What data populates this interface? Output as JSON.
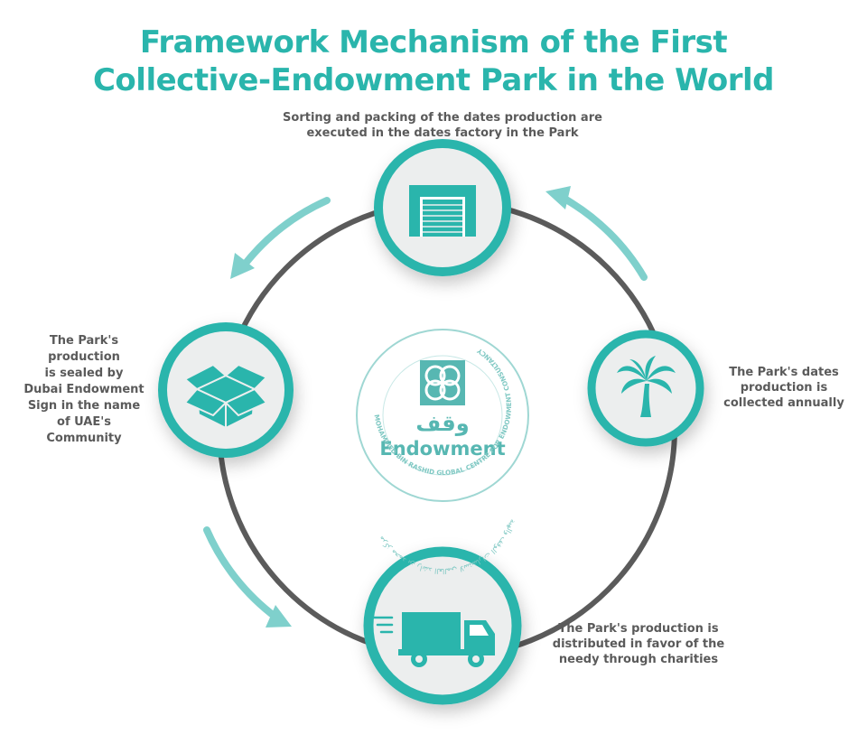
{
  "title": {
    "line1": "Framework Mechanism of the First",
    "line2": "Collective-Endowment Park in the World"
  },
  "steps": {
    "top": {
      "icon": "factory-icon",
      "lines": [
        "Sorting and packing of the dates production are",
        "executed in the dates factory in the Park"
      ]
    },
    "right": {
      "icon": "palm-tree-icon",
      "lines": [
        "The Park's dates",
        "production is",
        "collected annually"
      ]
    },
    "bottom": {
      "icon": "truck-icon",
      "lines": [
        "The Park's production is",
        "distributed in favor of the",
        "needy through charities"
      ]
    },
    "left": {
      "icon": "open-box-icon",
      "lines": [
        "The Park's",
        "production",
        "is sealed by",
        "Dubai Endowment",
        "Sign in the name",
        "of UAE's",
        "Community"
      ]
    }
  },
  "logo": {
    "name": "Endowment",
    "arabic_name": "وقف",
    "ring_text": "MOHAMMED BIN RASHID GLOBAL CENTRE FOR ENDOWMENT CONSULTANCY",
    "ring_text_arabic": "مركز محمد بن راشد العالمي لاستشارات الوقف والهبة"
  },
  "colors": {
    "teal": "#2ab5ac",
    "teal_light": "#7fd0cc",
    "ring_gray": "#5b5b5b",
    "text_gray": "#5a5a5a",
    "circle_fill": "#eceeee"
  }
}
